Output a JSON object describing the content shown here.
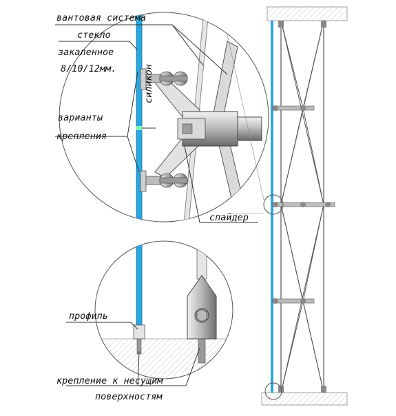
{
  "labels": {
    "cable_system": "вантовая система",
    "glass_line1": "стекло",
    "glass_line2": "закаленное",
    "glass_line3": "8/10/12мм.",
    "variants_line1": "варианты",
    "variants_line2": "крепления",
    "silicone": "силикон",
    "spider": "спайдер",
    "profile": "профиль",
    "mount_line1": "крепление к несущим",
    "mount_line2": "поверхностям"
  },
  "colors": {
    "glass": "#2aa7e0",
    "line": "#333333",
    "metal_light": "#d8d8d8",
    "metal_mid": "#a9a9a9",
    "metal_dark": "#6e6e6e",
    "hatch": "#c8c8c8"
  }
}
